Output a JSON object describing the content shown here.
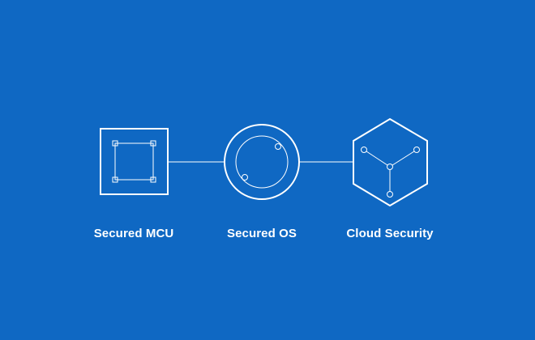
{
  "colors": {
    "background": "#0f68c3",
    "foreground": "#ffffff"
  },
  "nodes": [
    {
      "label": "Secured MCU",
      "icon": "chip-icon"
    },
    {
      "label": "Secured OS",
      "icon": "os-circle-icon"
    },
    {
      "label": "Cloud Security",
      "icon": "cloud-hexagon-icon"
    }
  ]
}
